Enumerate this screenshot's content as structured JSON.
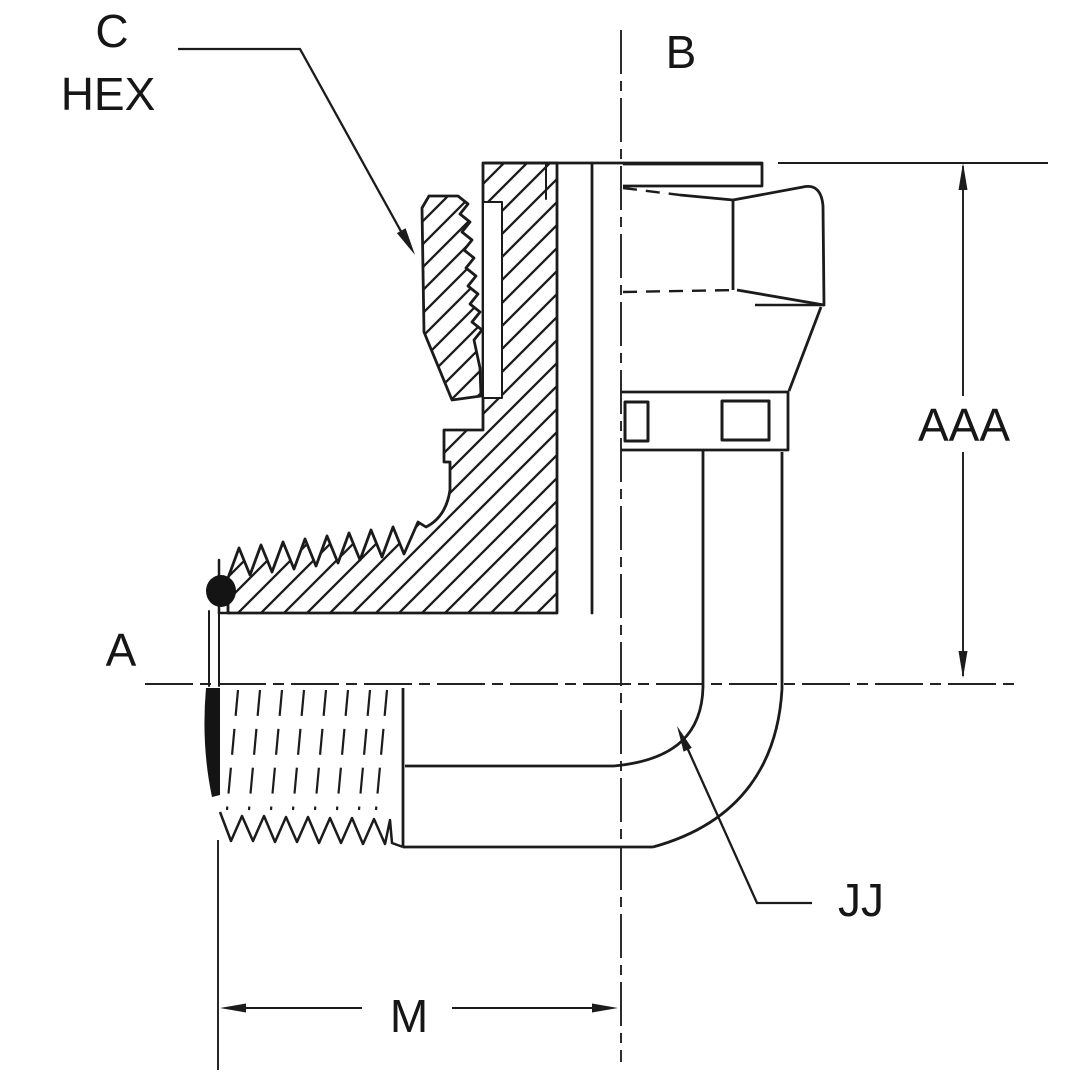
{
  "drawing": {
    "labels": {
      "c": "C",
      "hex": "HEX",
      "b": "B",
      "aaa": "AAA",
      "a": "A",
      "m": "M",
      "jj": "JJ"
    },
    "colors": {
      "ink": "#1b1b1b",
      "background": "#ffffff"
    }
  }
}
